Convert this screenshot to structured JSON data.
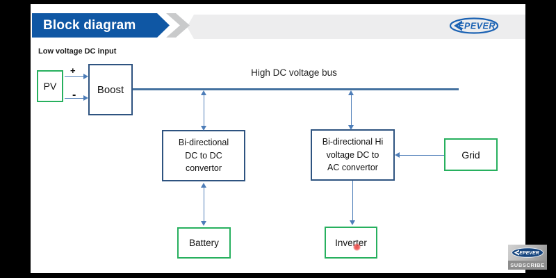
{
  "header": {
    "title": "Block diagram",
    "logo_text": "EPEVER"
  },
  "diagram": {
    "input_label": "Low voltage DC input",
    "bus_label": "High DC voltage bus",
    "plus_label": "+",
    "minus_label": "-",
    "pv_label": "PV",
    "boost_label": "Boost",
    "dcdc_lines": [
      "Bi-directional",
      "DC to DC",
      "convertor"
    ],
    "dcac_lines": [
      "Bi-directional Hi",
      "voltage DC to",
      "AC convertor"
    ],
    "grid_label": "Grid",
    "battery_label": "Battery",
    "inverter_label": "Inverter"
  },
  "watermark": {
    "logo_text": "EPEVER",
    "subscribe_label": "SUBSCRIBE"
  },
  "colors": {
    "banner_blue": "#0f57a4",
    "line_blue": "#4d7db8",
    "box_border_blue": "#2e5380",
    "box_border_green": "#27b05e",
    "header_band_gray": "#ededee",
    "logo_blue": "#1b62b3",
    "laser_red": "#e03131"
  }
}
